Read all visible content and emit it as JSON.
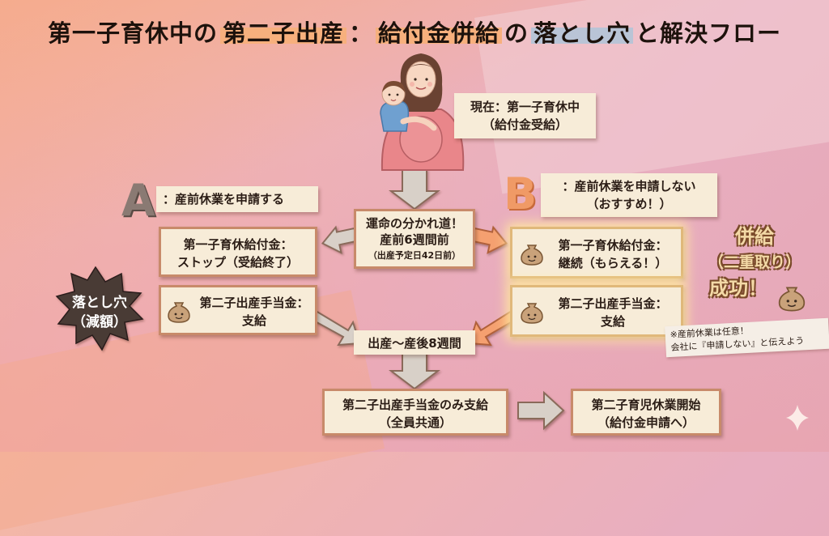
{
  "title": {
    "part1": "第一子育休中の",
    "part2": "第二子出産",
    "part3": "：",
    "part4": "給付金併給",
    "part5": "の",
    "part6": "落とし穴",
    "part7": "と解決フロー"
  },
  "current": {
    "line1": "現在：第一子育休中",
    "line2": "（給付金受給）"
  },
  "branch": {
    "line1": "運命の分かれ道！",
    "line2": "産前6週間前",
    "line3": "（出産予定日42日前）"
  },
  "path_a": {
    "letter": "A",
    "label": "：産前休業を申請する",
    "box1_line1": "第一子育休給付金：",
    "box1_line2": "ストップ（受給終了）",
    "box2_line1": "第二子出産手当金：",
    "box2_line2": "支給",
    "burst_line1": "落とし穴",
    "burst_line2": "（減額）"
  },
  "path_b": {
    "letter": "B",
    "label_line1": "：産前休業を申請しない",
    "label_line2": "（おすすめ！）",
    "box1_line1": "第一子育休給付金：",
    "box1_line2": "継続（もらえる！）",
    "box2_line1": "第二子出産手当金：",
    "box2_line2": "支給",
    "success_line1": "併給",
    "success_line2": "（二重取り）",
    "success_line3": "成功！",
    "note_line1": "※産前休業は任意！",
    "note_line2": "会社に『申請しない』と伝えよう"
  },
  "merge": {
    "label": "出産〜産後8週間"
  },
  "final": {
    "box1_line1": "第二子出産手当金のみ支給",
    "box1_line2": "（全員共通）",
    "box2_line1": "第二子育児休業開始",
    "box2_line2": "（給付金申請へ）"
  },
  "colors": {
    "box_fill": "#f7ecd8",
    "box_border": "#c88a6a",
    "arrow_gray": "#d8d0c8",
    "arrow_orange": "#f5a070",
    "letter_a": "#8a7a73",
    "letter_b": "#f09a66",
    "burst": "#4a3a36"
  }
}
